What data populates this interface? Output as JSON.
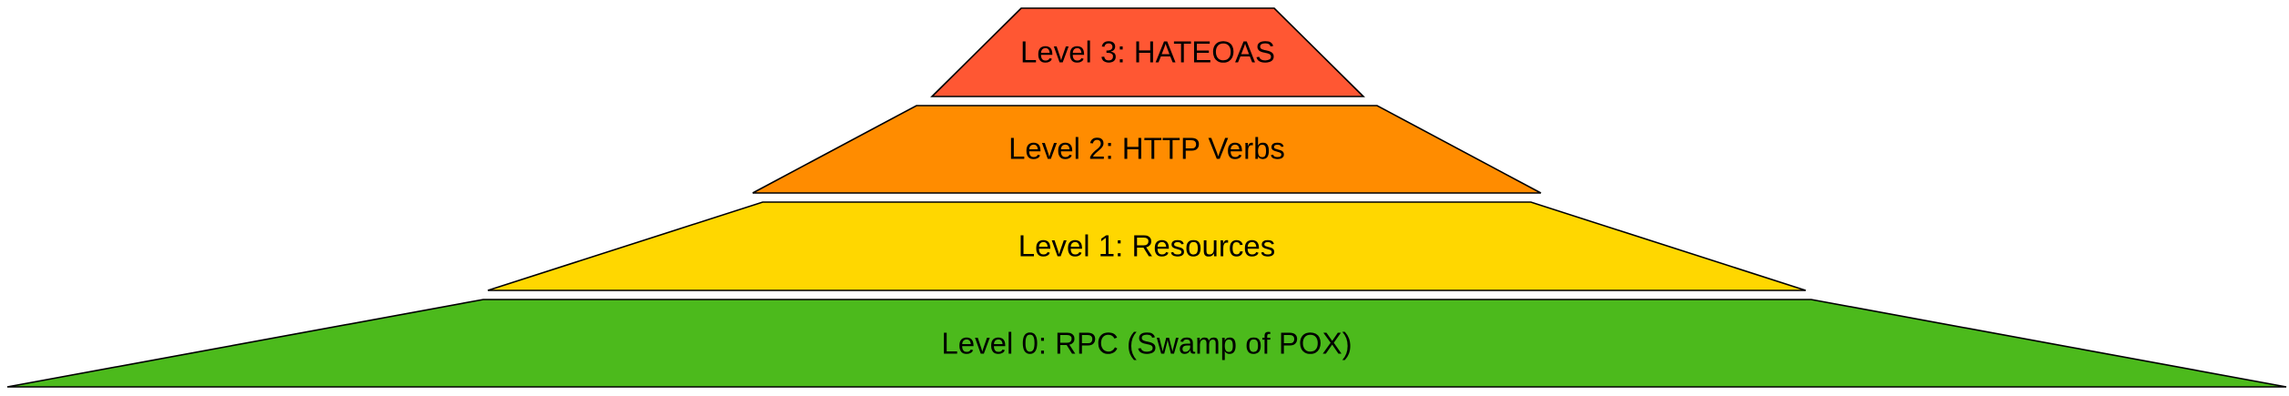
{
  "diagram": {
    "levels": [
      {
        "id": "level-3",
        "label": "Level 3: HATEOAS",
        "color": "#ff5733"
      },
      {
        "id": "level-2",
        "label": "Level 2: HTTP Verbs",
        "color": "#ff8c00"
      },
      {
        "id": "level-1",
        "label": "Level 1: Resources",
        "color": "#ffd700"
      },
      {
        "id": "level-0",
        "label": "Level 0: RPC (Swamp of POX)",
        "color": "#4cba1c"
      }
    ]
  }
}
